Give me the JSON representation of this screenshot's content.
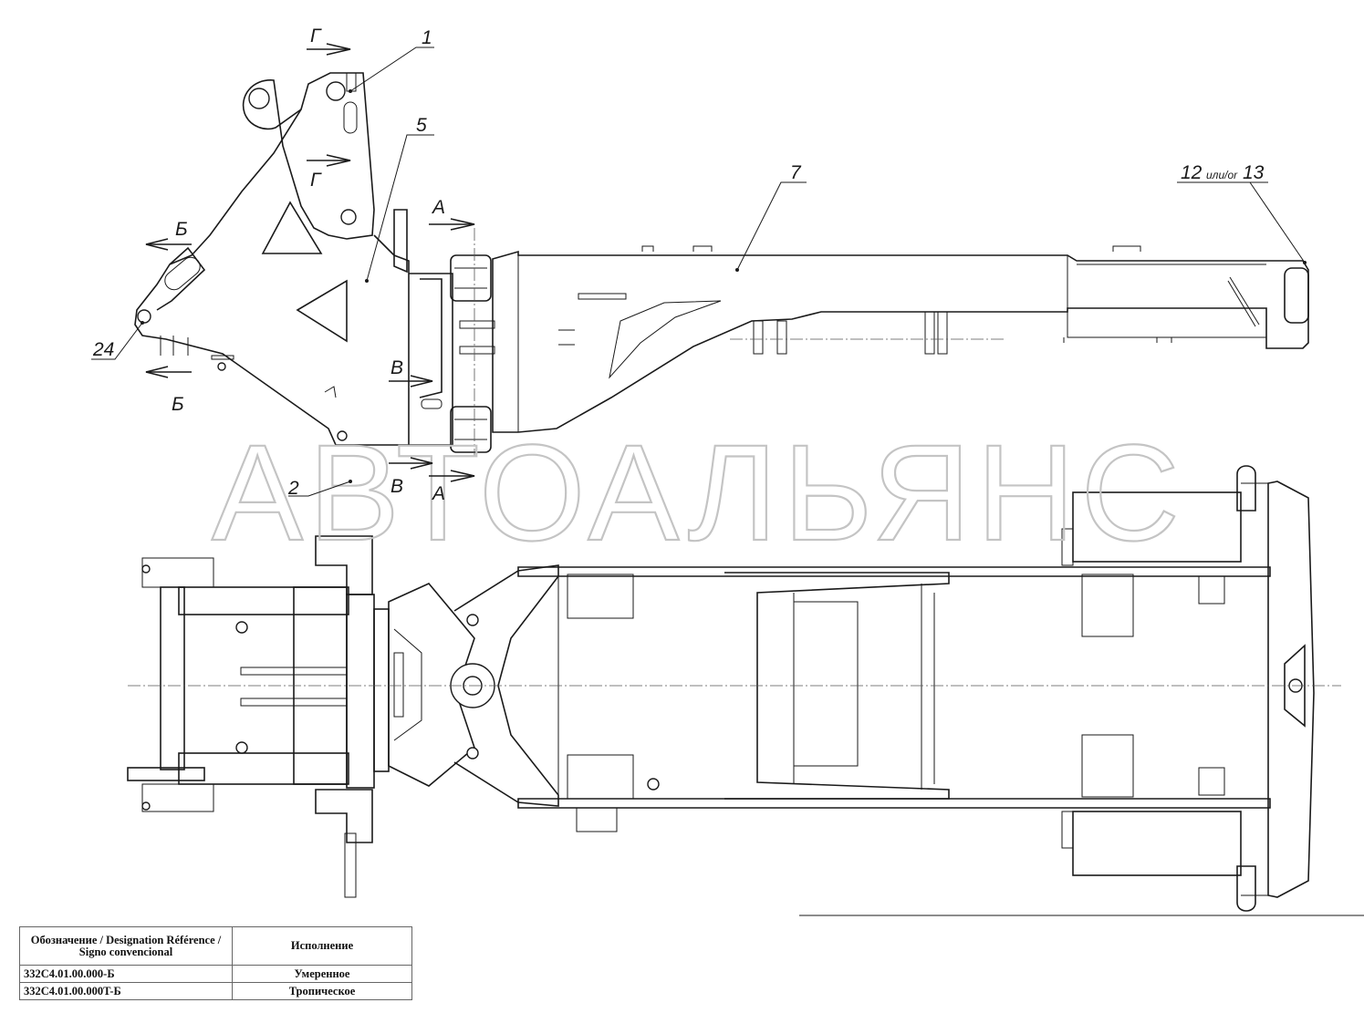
{
  "watermark": "АВТОАЛЬЯНС",
  "callouts": {
    "c1": "1",
    "c2": "2",
    "c5": "5",
    "c7": "7",
    "c12": "12",
    "c12_or": "или/or",
    "c13": "13",
    "c24": "24"
  },
  "sections": {
    "a": "А",
    "b": "Б",
    "v": "В",
    "g": "Г"
  },
  "legend": {
    "header_designation": "Обозначение / Designation Référence / Signo convencional",
    "header_version": "Исполнение",
    "rows": [
      {
        "designation": "332C4.01.00.000-Б",
        "version": "Умеренное"
      },
      {
        "designation": "332C4.01.00.000T-Б",
        "version": "Тропическое"
      }
    ]
  }
}
